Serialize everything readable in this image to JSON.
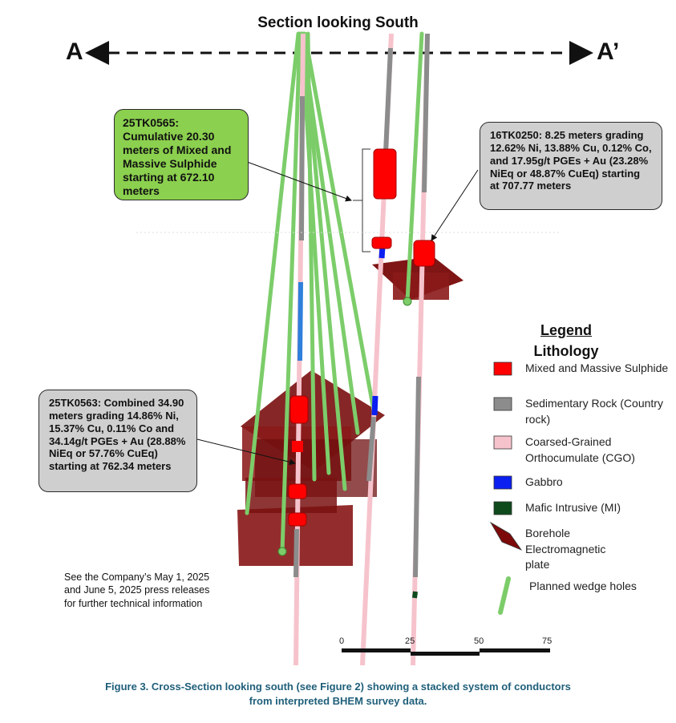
{
  "title": "Section looking South",
  "label_left": "A",
  "label_right": "A’",
  "callouts": {
    "tk0565": "25TK0565: Cumulative 20.30 meters of Mixed and Massive Sulphide starting at 672.10 meters",
    "tk0250": "16TK0250: 8.25 meters grading 12.62% Ni, 13.88% Cu, 0.12% Co, and 17.95g/t PGEs + Au (23.28% NiEq or 48.87% CuEq) starting at 707.77 meters",
    "tk0563": "25TK0563: Combined 34.90 meters grading 14.86% Ni, 15.37% Cu, 0.11% Co and 34.14g/t PGEs + Au (28.88% NiEq or 57.76% CuEq) starting at 762.34 meters"
  },
  "legend": {
    "heading": "Legend",
    "subheading": "Lithology",
    "items": [
      {
        "label": "Mixed and Massive Sulphide",
        "color": "#ff0000"
      },
      {
        "label": "Sedimentary Rock (Country rock)",
        "color": "#8c8c8c"
      },
      {
        "label": "Coarsed-Grained Orthocumulate (CGO)",
        "color": "#f6c3cc"
      },
      {
        "label": "Gabbro",
        "color": "#0a1ff0"
      },
      {
        "label": "Mafic Intrusive (MI)",
        "color": "#0e4a1c"
      },
      {
        "label": "Borehole Electromagnetic plate",
        "color": "#7d0a0a"
      },
      {
        "label": "Planned wedge holes",
        "color": "#7ccd6a"
      }
    ]
  },
  "note": "See the Company’s May 1, 2025 and June 5, 2025 press releases for further technical information",
  "scale": {
    "ticks": [
      "0",
      "25",
      "50",
      "75"
    ]
  },
  "caption_line1": "Figure 3. Cross-Section looking south (see Figure 2) showing a stacked system of conductors",
  "caption_line2": "from interpreted BHEM survey data."
}
